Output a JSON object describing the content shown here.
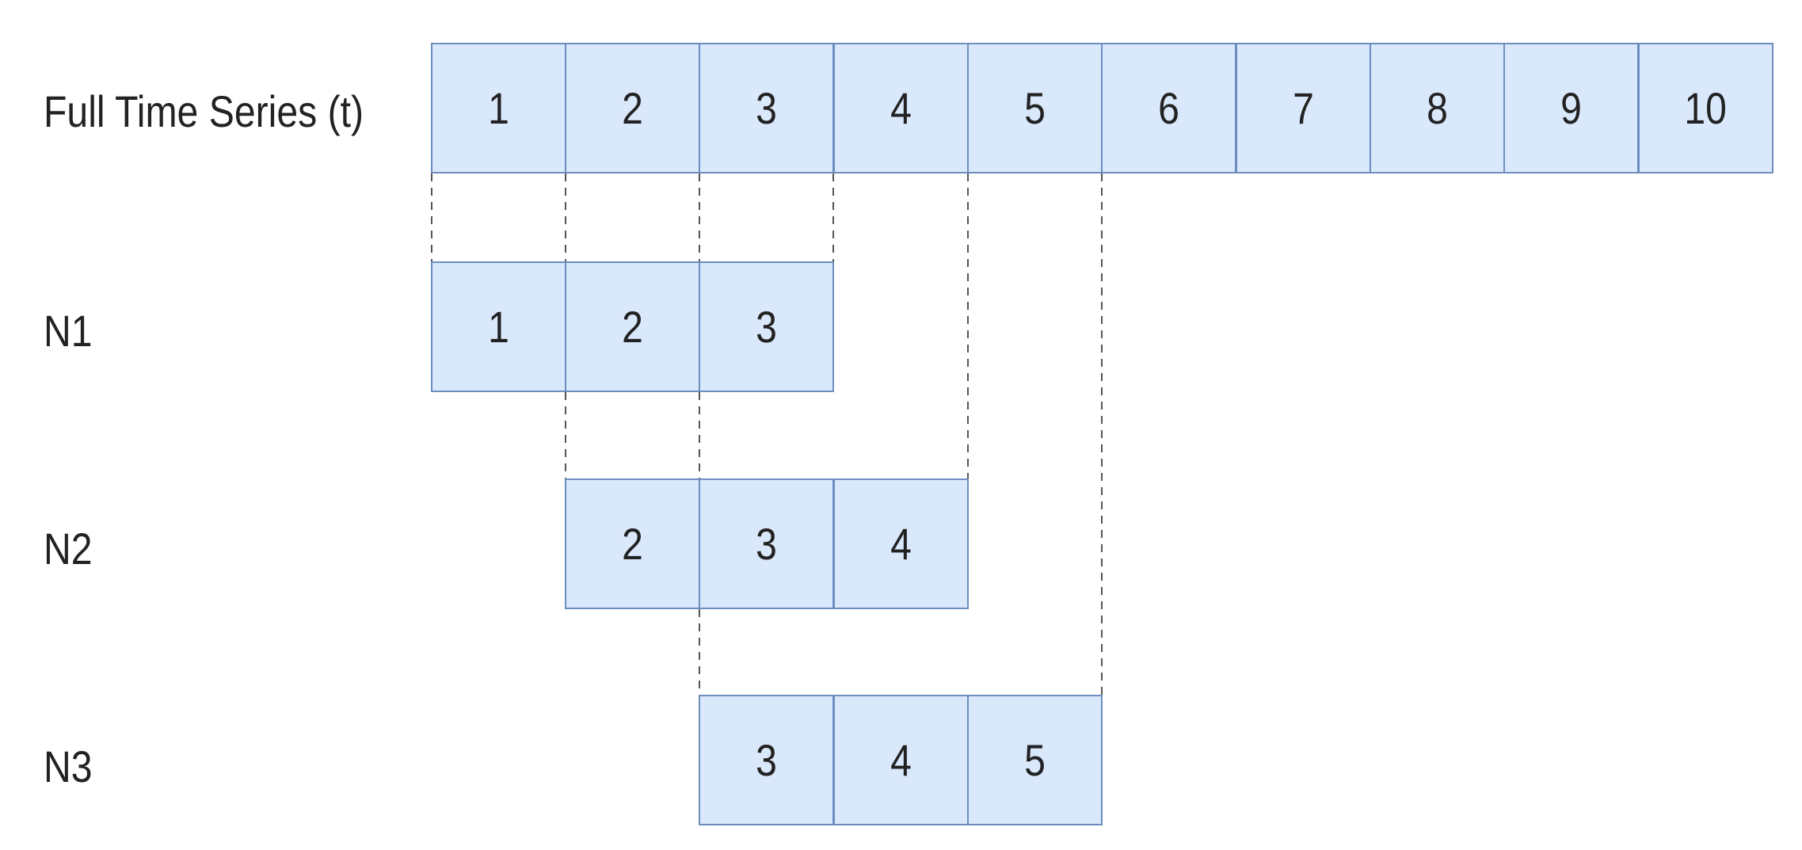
{
  "rows": [
    {
      "label": "Full Time Series (t)",
      "cells": [
        "1",
        "2",
        "3",
        "4",
        "5",
        "6",
        "7",
        "8",
        "9",
        "10"
      ]
    },
    {
      "label": "N1",
      "cells": [
        "1",
        "2",
        "3"
      ]
    },
    {
      "label": "N2",
      "cells": [
        "2",
        "3",
        "4"
      ]
    },
    {
      "label": "N3",
      "cells": [
        "3",
        "4",
        "5"
      ]
    }
  ],
  "colors": {
    "cell_fill": "#dae8fc",
    "cell_border": "#6c8ebf",
    "connector": "#555555",
    "text": "#222222"
  }
}
